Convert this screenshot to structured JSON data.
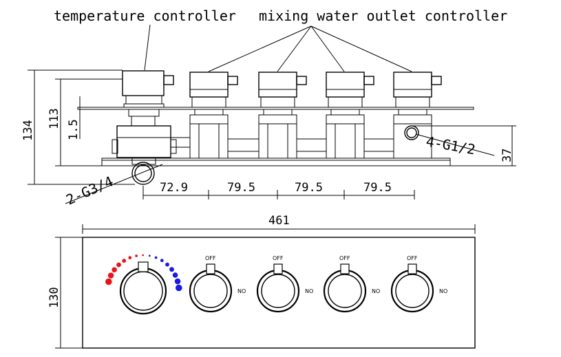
{
  "labels": {
    "temperature_controller": "temperature controller",
    "mixing_outlet_controller": "mixing water outlet controller",
    "port_small": "4-G1/2",
    "port_large": "2-G3/4"
  },
  "dimensions": {
    "total_height": "134",
    "body_height": "113",
    "plate_thickness": "1.5",
    "port_height": "37",
    "spacing_first": "72.9",
    "spacing_1": "79.5",
    "spacing_2": "79.5",
    "spacing_3": "79.5",
    "plate_width": "461",
    "plate_height": "130"
  },
  "knobs": {
    "off_label": "OFF",
    "on_label": "NO",
    "count": 4
  },
  "colors": {
    "hot": "#e8141c",
    "cold": "#1a1ae6",
    "line": "#000000"
  }
}
